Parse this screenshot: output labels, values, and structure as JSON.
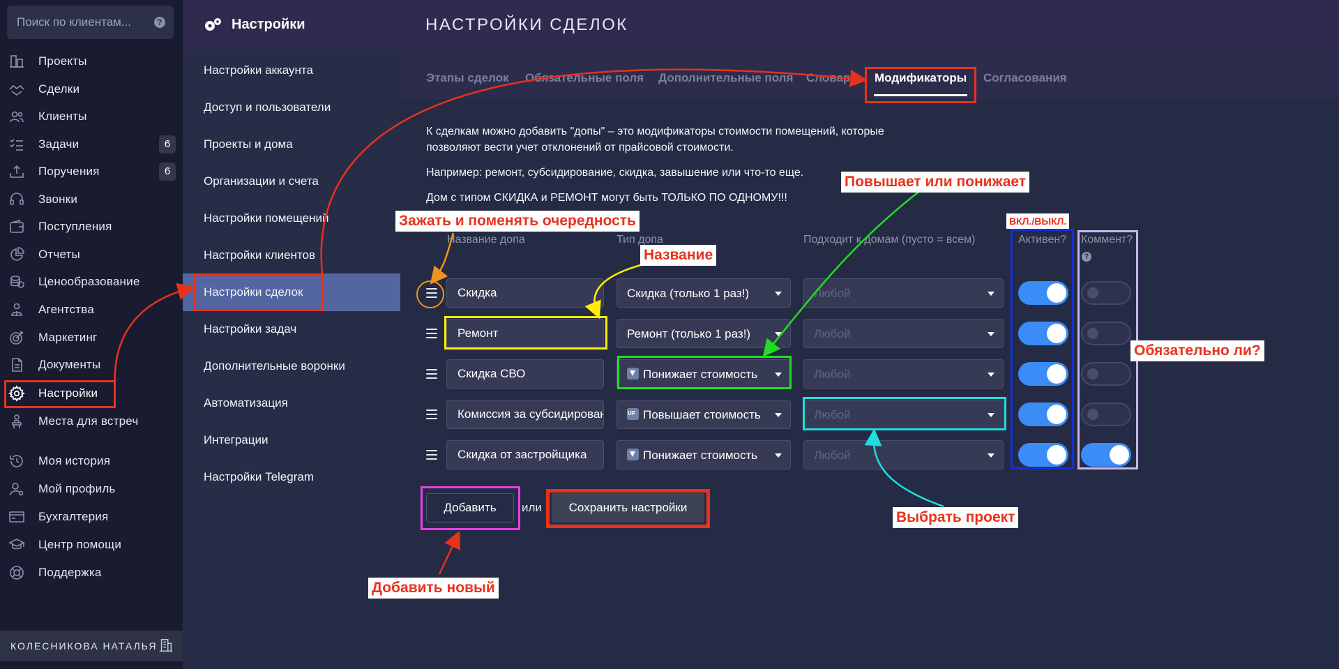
{
  "search": {
    "placeholder": "Поиск по клиентам...",
    "help": "?"
  },
  "nav": [
    {
      "label": "Проекты",
      "icon": "projects-icon"
    },
    {
      "label": "Сделки",
      "icon": "deals-icon"
    },
    {
      "label": "Клиенты",
      "icon": "clients-icon"
    },
    {
      "label": "Задачи",
      "icon": "tasks-icon",
      "count": "6"
    },
    {
      "label": "Поручения",
      "icon": "assignments-icon",
      "count": "6"
    },
    {
      "label": "Звонки",
      "icon": "calls-icon"
    },
    {
      "label": "Поступления",
      "icon": "wallet-icon"
    },
    {
      "label": "Отчеты",
      "icon": "pie-chart-icon"
    },
    {
      "label": "Ценообразование",
      "icon": "coins-icon"
    },
    {
      "label": "Агентства",
      "icon": "agency-icon"
    },
    {
      "label": "Маркетинг",
      "icon": "target-icon"
    },
    {
      "label": "Документы",
      "icon": "documents-icon"
    },
    {
      "label": "Настройки",
      "icon": "gear-icon"
    },
    {
      "label": "Места для встреч",
      "icon": "meeting-place-icon"
    },
    {
      "label": "Моя история",
      "icon": "history-icon"
    },
    {
      "label": "Мой профиль",
      "icon": "profile-icon"
    },
    {
      "label": "Бухгалтерия",
      "icon": "accounting-icon"
    },
    {
      "label": "Центр помощи",
      "icon": "help-center-icon"
    },
    {
      "label": "Поддержка",
      "icon": "support-icon"
    }
  ],
  "user": {
    "name": "КОЛЕСНИКОВА НАТАЛЬЯ"
  },
  "settings": {
    "title": "Настройки",
    "items": [
      "Настройки аккаунта",
      "Доступ и пользователи",
      "Проекты и дома",
      "Организации и счета",
      "Настройки помещений",
      "Настройки клиентов",
      "Настройки сделок",
      "Настройки задач",
      "Дополнительные воронки",
      "Автоматизация",
      "Интеграции",
      "Настройки Telegram"
    ]
  },
  "page": {
    "title": "НАСТРОЙКИ СДЕЛОК"
  },
  "tabs": [
    "Этапы сделок",
    "Обязательные поля",
    "Дополнительные поля",
    "Словари",
    "Модификаторы",
    "Согласования"
  ],
  "description": {
    "line1": "К сделкам можно добавить \"допы\" – это модификаторы стоимости помещений, которые",
    "line2": "позволяют вести учет отклонений от прайсовой стоимости.",
    "line3": "Например: ремонт, субсидирование, скидка, завышение или что-то еще.",
    "line4": "Дом с типом СКИДКА и РЕМОНТ могут быть ТОЛЬКО ПО ОДНОМУ!!!"
  },
  "table": {
    "headers": {
      "name": "Название допа",
      "type": "Тип допа",
      "houses": "Подходит к домам (пусто = всем)",
      "active": "Активен?",
      "comment": "Коммент?"
    },
    "rows": [
      {
        "name": "Скидка",
        "type": "Скидка (только 1 раз!)",
        "type_icon": "",
        "houses": "Любой",
        "active": true,
        "comment": false
      },
      {
        "name": "Ремонт",
        "type": "Ремонт (только 1 раз!)",
        "type_icon": "",
        "houses": "Любой",
        "active": true,
        "comment": false
      },
      {
        "name": "Скидка СВО",
        "type": "Понижает стоимость",
        "type_icon": "down-arrow-icon",
        "houses": "Любой",
        "active": true,
        "comment": false
      },
      {
        "name": "Комиссия за субсидирование",
        "type": "Повышает стоимость",
        "type_icon": "up-icon",
        "houses": "Любой",
        "active": true,
        "comment": false
      },
      {
        "name": "Скидка от застройщика",
        "type": "Понижает стоимость",
        "type_icon": "down-arrow-icon",
        "houses": "Любой",
        "active": true,
        "comment": true
      }
    ]
  },
  "buttons": {
    "add": "Добавить",
    "or": "или",
    "save": "Сохранить настройки"
  },
  "annotations": {
    "reorder": "Зажать и поменять очередность",
    "name": "Название",
    "up_down": "Повышает или понижает",
    "on_off": "ВКЛ./ВЫКЛ.",
    "required": "Обязательно ли?",
    "project": "Выбрать проект",
    "add_new": "Добавить новый"
  },
  "colors": {
    "accent": "#3a8df6",
    "annotation_red": "#e8321c",
    "annotation_orange": "#f0921c",
    "annotation_yellow": "#ffee00",
    "annotation_green": "#22dd22",
    "annotation_cyan": "#22dddd",
    "annotation_blue": "#1530d8",
    "annotation_lavender": "#c6b9ea",
    "annotation_magenta": "#e540e5"
  }
}
